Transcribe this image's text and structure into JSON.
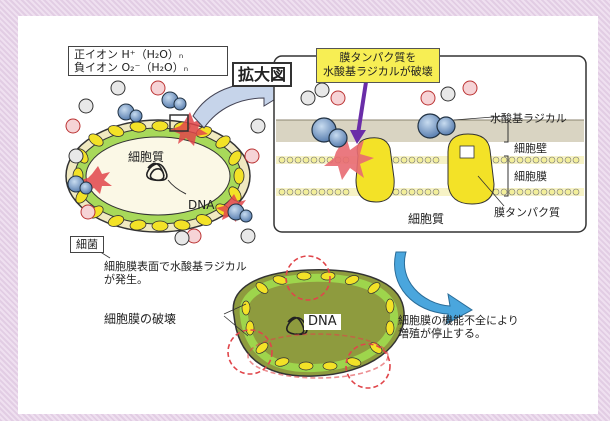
{
  "legend": {
    "positive_ion": "正イオン H⁺（H₂O）ₙ",
    "negative_ion": "負イオン O₂⁻（H₂O）ₙ"
  },
  "zoom_label": "拡大図",
  "callout": {
    "line1": "膜タンパク質を",
    "line2": "水酸基ラジカルが破壊"
  },
  "cell_left": {
    "cytoplasm": "細胞質",
    "dna": "DNA",
    "bacteria_label": "細菌"
  },
  "caption_left": {
    "line1": "細胞膜表面で水酸基ラジカル",
    "line2": "が発生。"
  },
  "zoom": {
    "radical_label": "水酸基ラジカル",
    "cell_wall": "細胞壁",
    "cell_membrane": "細胞膜",
    "membrane_protein": "膜タンパク質",
    "cytoplasm": "細胞質"
  },
  "bottom": {
    "membrane_break": "細胞膜の破壊",
    "dna": "DNA",
    "note_line1": "細胞膜の機能不全により",
    "note_line2": "増殖が停止する。"
  },
  "icons": {
    "oh": "OH",
    "plus": "+",
    "minus": "−"
  },
  "colors": {
    "membrane_yellow": "#f3e227",
    "cell_green": "#9ed54c",
    "damaged_olive": "#8e9b3e",
    "arrow_blue": "#4aa6dd",
    "callout_yellow": "#f7ee54",
    "danger_red": "#e0454a"
  }
}
